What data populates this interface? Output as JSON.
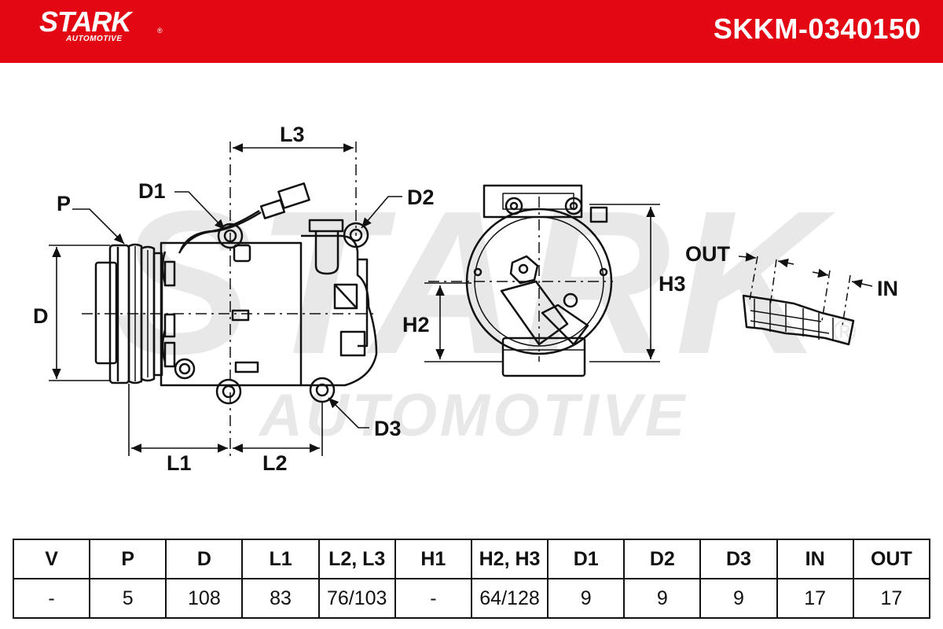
{
  "brand": {
    "name": "STARK",
    "sub": "AUTOMOTIVE",
    "registered": "®"
  },
  "part_number": "SKKM-0340150",
  "diagram_labels": {
    "P": "P",
    "D": "D",
    "D1": "D1",
    "D2": "D2",
    "D3": "D3",
    "L1": "L1",
    "L2": "L2",
    "L3": "L3",
    "H2": "H2",
    "H3": "H3",
    "OUT": "OUT",
    "IN": "IN"
  },
  "table": {
    "headers": [
      "V",
      "P",
      "D",
      "L1",
      "L2, L3",
      "H1",
      "H2, H3",
      "D1",
      "D2",
      "D3",
      "IN",
      "OUT"
    ],
    "values": [
      "-",
      "5",
      "108",
      "83",
      "76/103",
      "-",
      "64/128",
      "9",
      "9",
      "9",
      "17",
      "17"
    ]
  }
}
